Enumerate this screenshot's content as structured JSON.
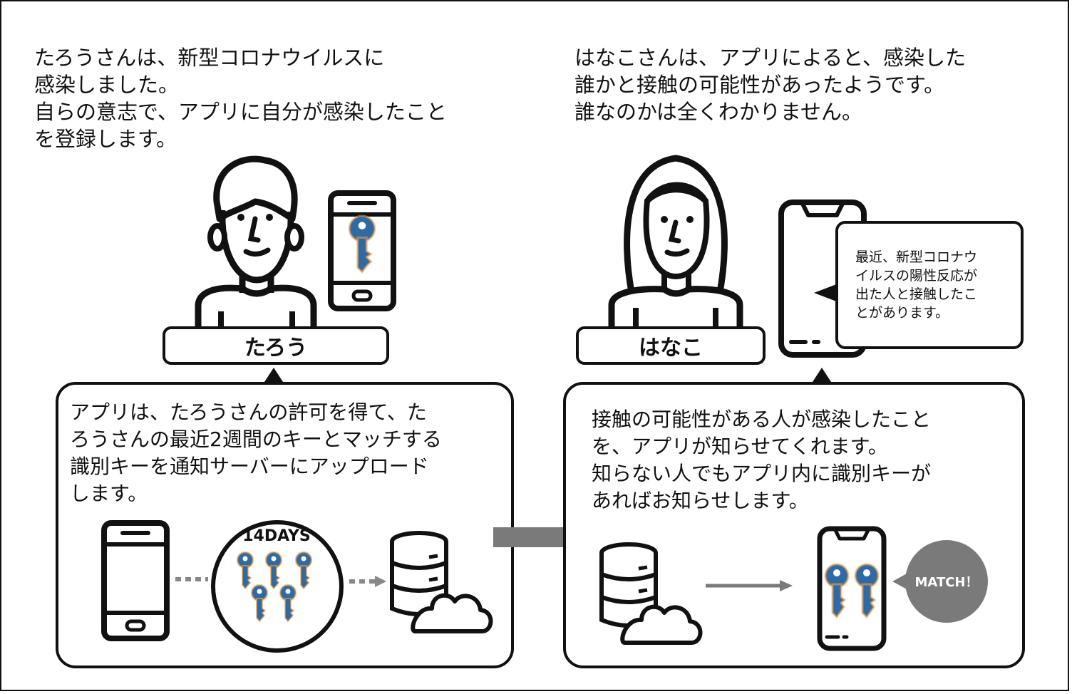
{
  "taro": {
    "intro": "たろうさんは、新型コロナウイルスに\n感染しました。\n自らの意志で、アプリに自分が感染したこと\nを登録します。",
    "name": "たろう",
    "panel_text": "アプリは、たろうさんの許可を得て、た\nろうさんの最近2週間のキーとマッチする\n識別キーを通知サーバーにアップロード\nします。",
    "days_label": "14DAYS"
  },
  "hanako": {
    "intro": "はなこさんは、アプリによると、感染した\n誰かと接触の可能性があったようです。\n誰なのかは全くわかりません。",
    "name": "はなこ",
    "notification": "最近、新型コロナウ\nイルスの陽性反応が\n出た人と接触したこ\nとがあります。",
    "panel_text": "接触の可能性がある人が感染したこと\nを、アプリが知らせてくれます。\n知らない人でもアプリ内に識別キーが\nあればお知らせします。",
    "match_label": "MATCH！"
  },
  "colors": {
    "key": "#2f6aa3",
    "glow": "#f5a04a",
    "arrow": "#7a7a7a",
    "stroke": "#111111"
  }
}
